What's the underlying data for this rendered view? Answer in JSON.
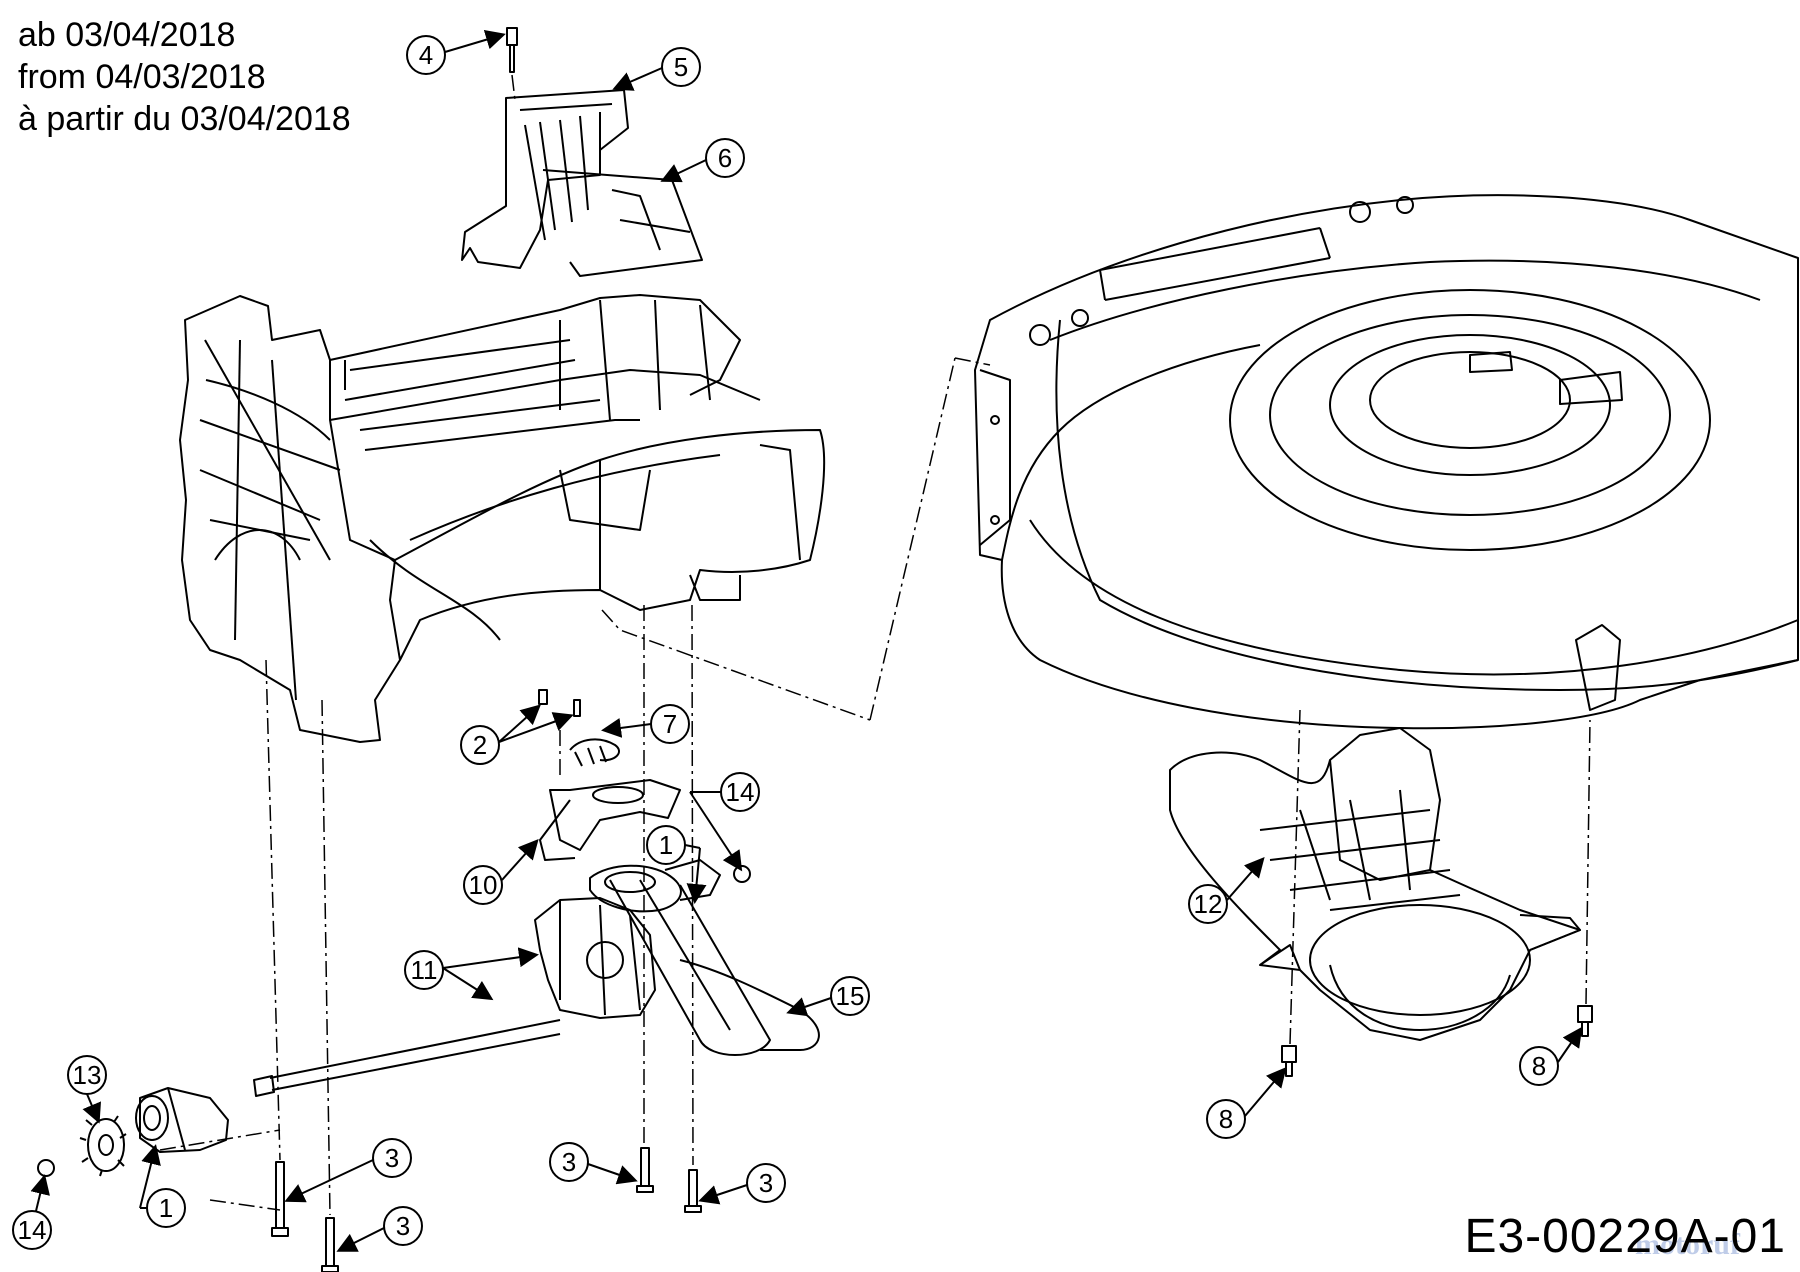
{
  "header": {
    "date_lines": [
      "ab 03/04/2018",
      "from 04/03/2018",
      "à partir du 03/04/2018"
    ]
  },
  "footer": {
    "drawing_id": "E3-00229A-01",
    "watermark": "motoruf"
  },
  "callouts": {
    "c1a": "1",
    "c1b": "1",
    "c2": "2",
    "c3a": "3",
    "c3b": "3",
    "c3c": "3",
    "c3d": "3",
    "c4": "4",
    "c5": "5",
    "c6": "6",
    "c7": "7",
    "c8a": "8",
    "c8b": "8",
    "c10": "10",
    "c11": "11",
    "c12": "12",
    "c13": "13",
    "c14a": "14",
    "c14b": "14",
    "c15": "15"
  }
}
